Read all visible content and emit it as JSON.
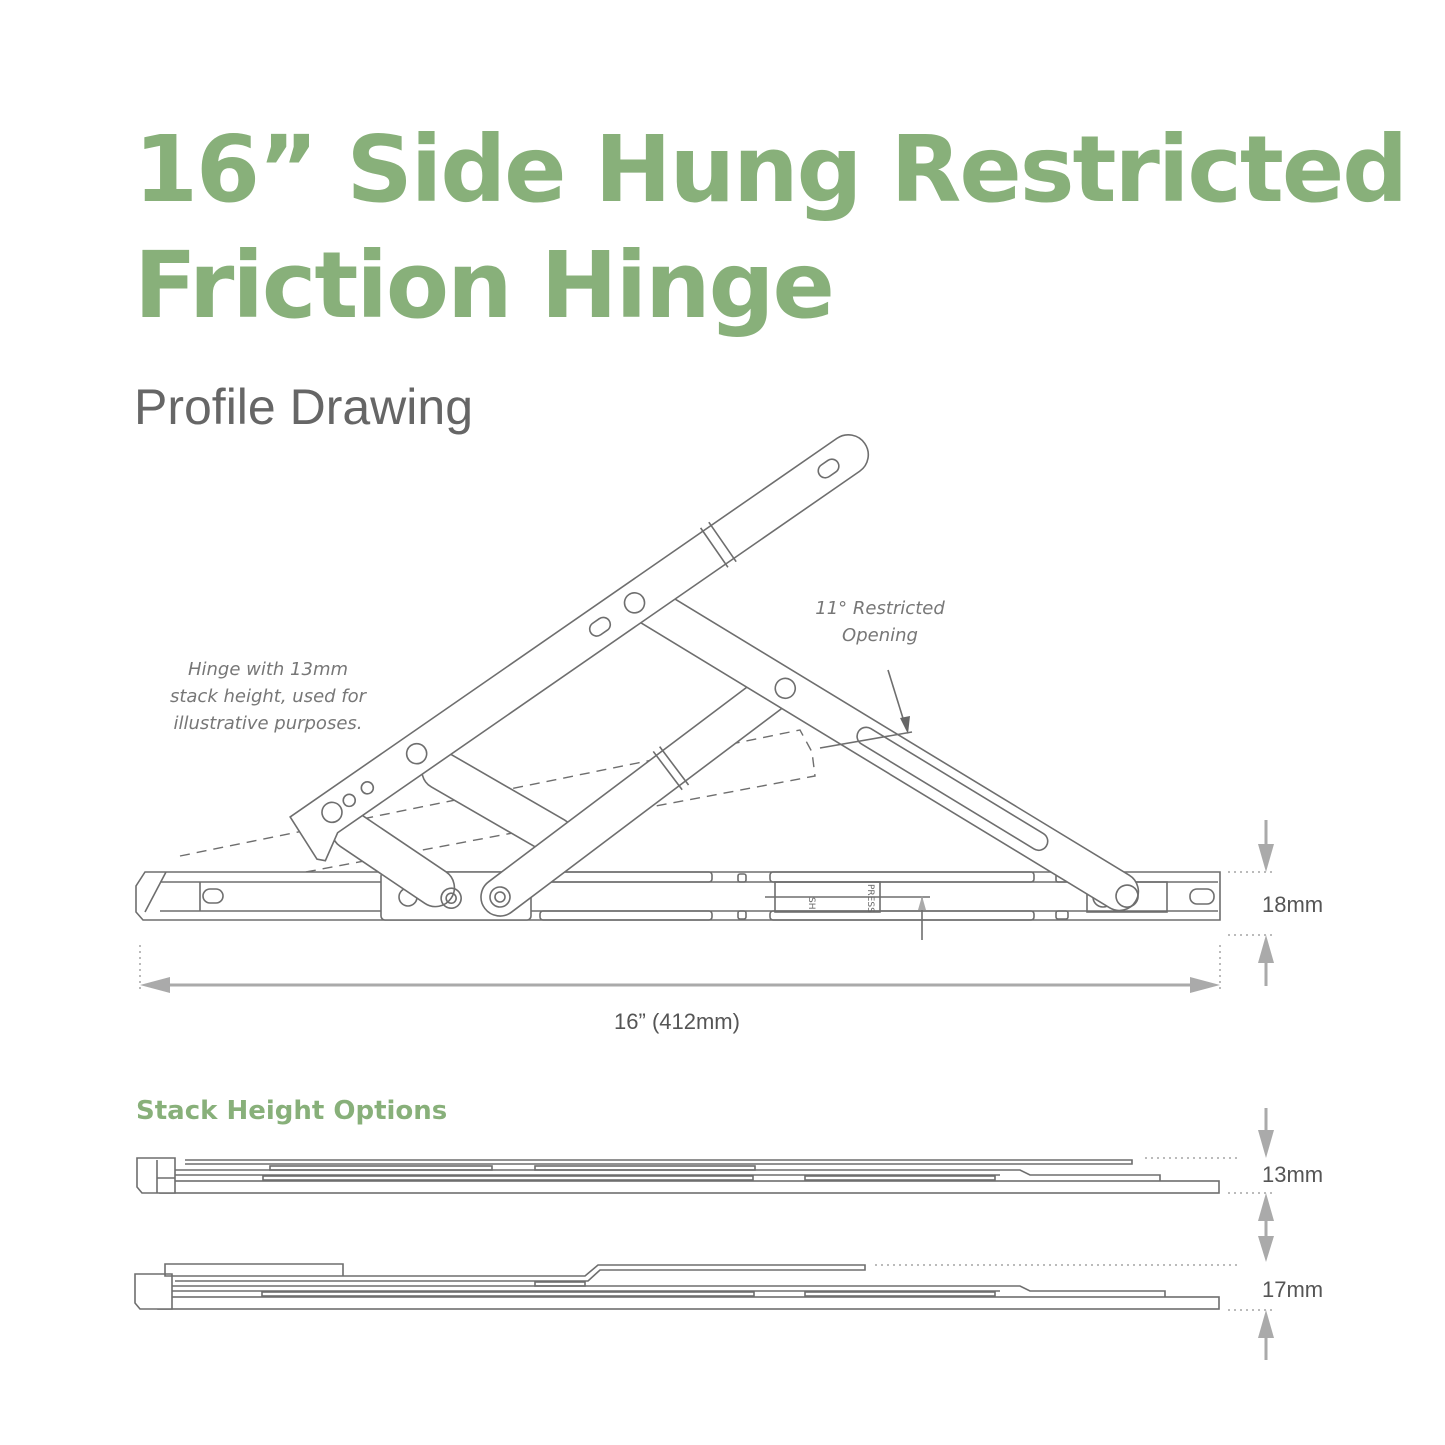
{
  "title": {
    "line1": "16” Side Hung Restricted",
    "line2": "Friction Hinge"
  },
  "subtitle": "Profile Drawing",
  "drawing": {
    "note_left": [
      "Hinge with 13mm",
      "stack height, used for",
      "illustrative purposes."
    ],
    "note_right": [
      "11° Restricted",
      "Opening"
    ],
    "length_label": "16” (412mm)",
    "height_label": "18mm",
    "track_marks": {
      "sh": "SH",
      "press": "PRESS"
    }
  },
  "stack_heights": {
    "heading": "Stack Height Options",
    "options": [
      {
        "label": "13mm"
      },
      {
        "label": "17mm"
      }
    ]
  },
  "colors": {
    "accent": "#88b07a",
    "line": "#6e6e6e",
    "dimension": "#aaaaaa"
  }
}
